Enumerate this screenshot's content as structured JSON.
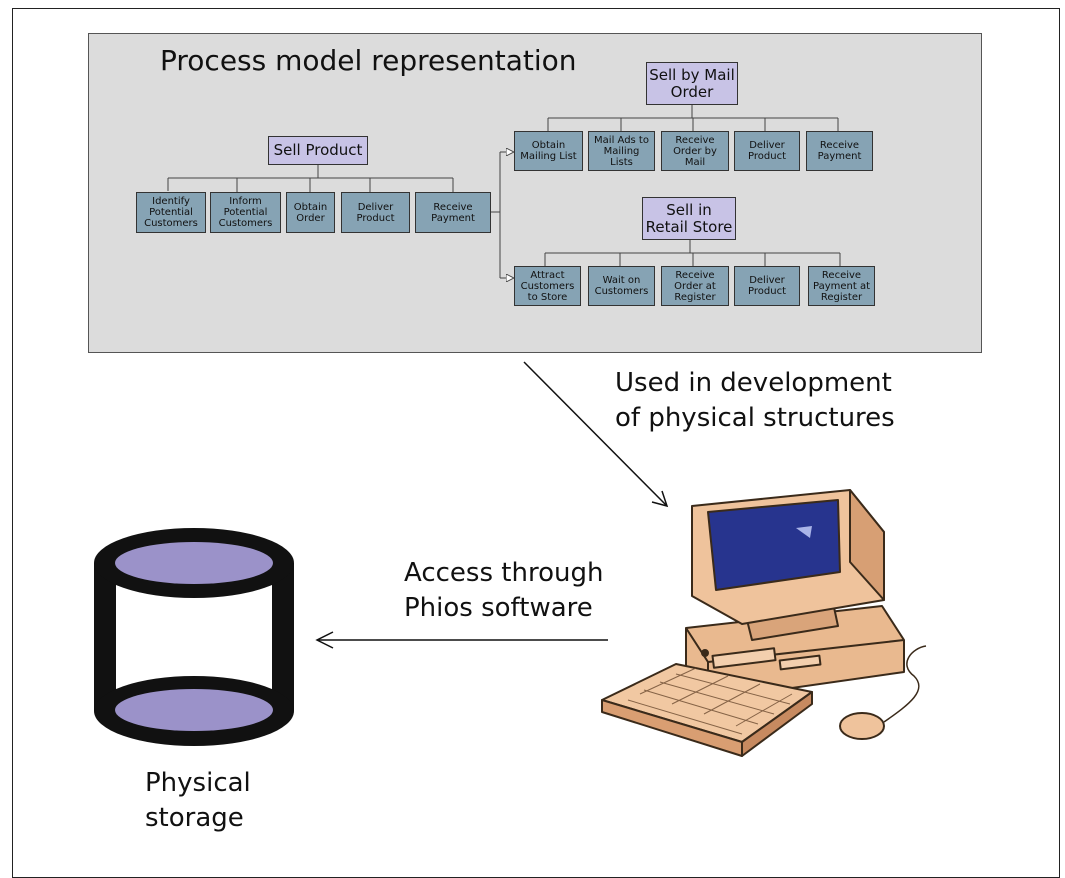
{
  "panel": {
    "title": "Process model representation",
    "root": {
      "label": "Sell Product",
      "children": [
        "Identify Potential Customers",
        "Inform Potential Customers",
        "Obtain Order",
        "Deliver Product",
        "Receive Payment"
      ]
    },
    "mail_order": {
      "label": "Sell by Mail Order",
      "children": [
        "Obtain Mailing List",
        "Mail Ads to Mailing Lists",
        "Receive Order by Mail",
        "Deliver Product",
        "Receive Payment"
      ]
    },
    "retail": {
      "label": "Sell in Retail Store",
      "children": [
        "Attract Customers to Store",
        "Wait on Customers",
        "Receive Order at Register",
        "Deliver Product",
        "Receive Payment at Register"
      ]
    }
  },
  "labels": {
    "development_line1": "Used in development",
    "development_line2": "of physical structures",
    "access_line1": "Access through",
    "access_line2": "Phios software",
    "storage_line1": "Physical",
    "storage_line2": "storage"
  },
  "icons": {
    "computer": "computer-icon",
    "storage": "database-cylinder-icon"
  },
  "colors": {
    "panel_bg": "#dcdcdc",
    "parent_box": "#c8c3e6",
    "leaf_box": "#86a3b4",
    "cylinder_fill": "#9b92c9"
  }
}
